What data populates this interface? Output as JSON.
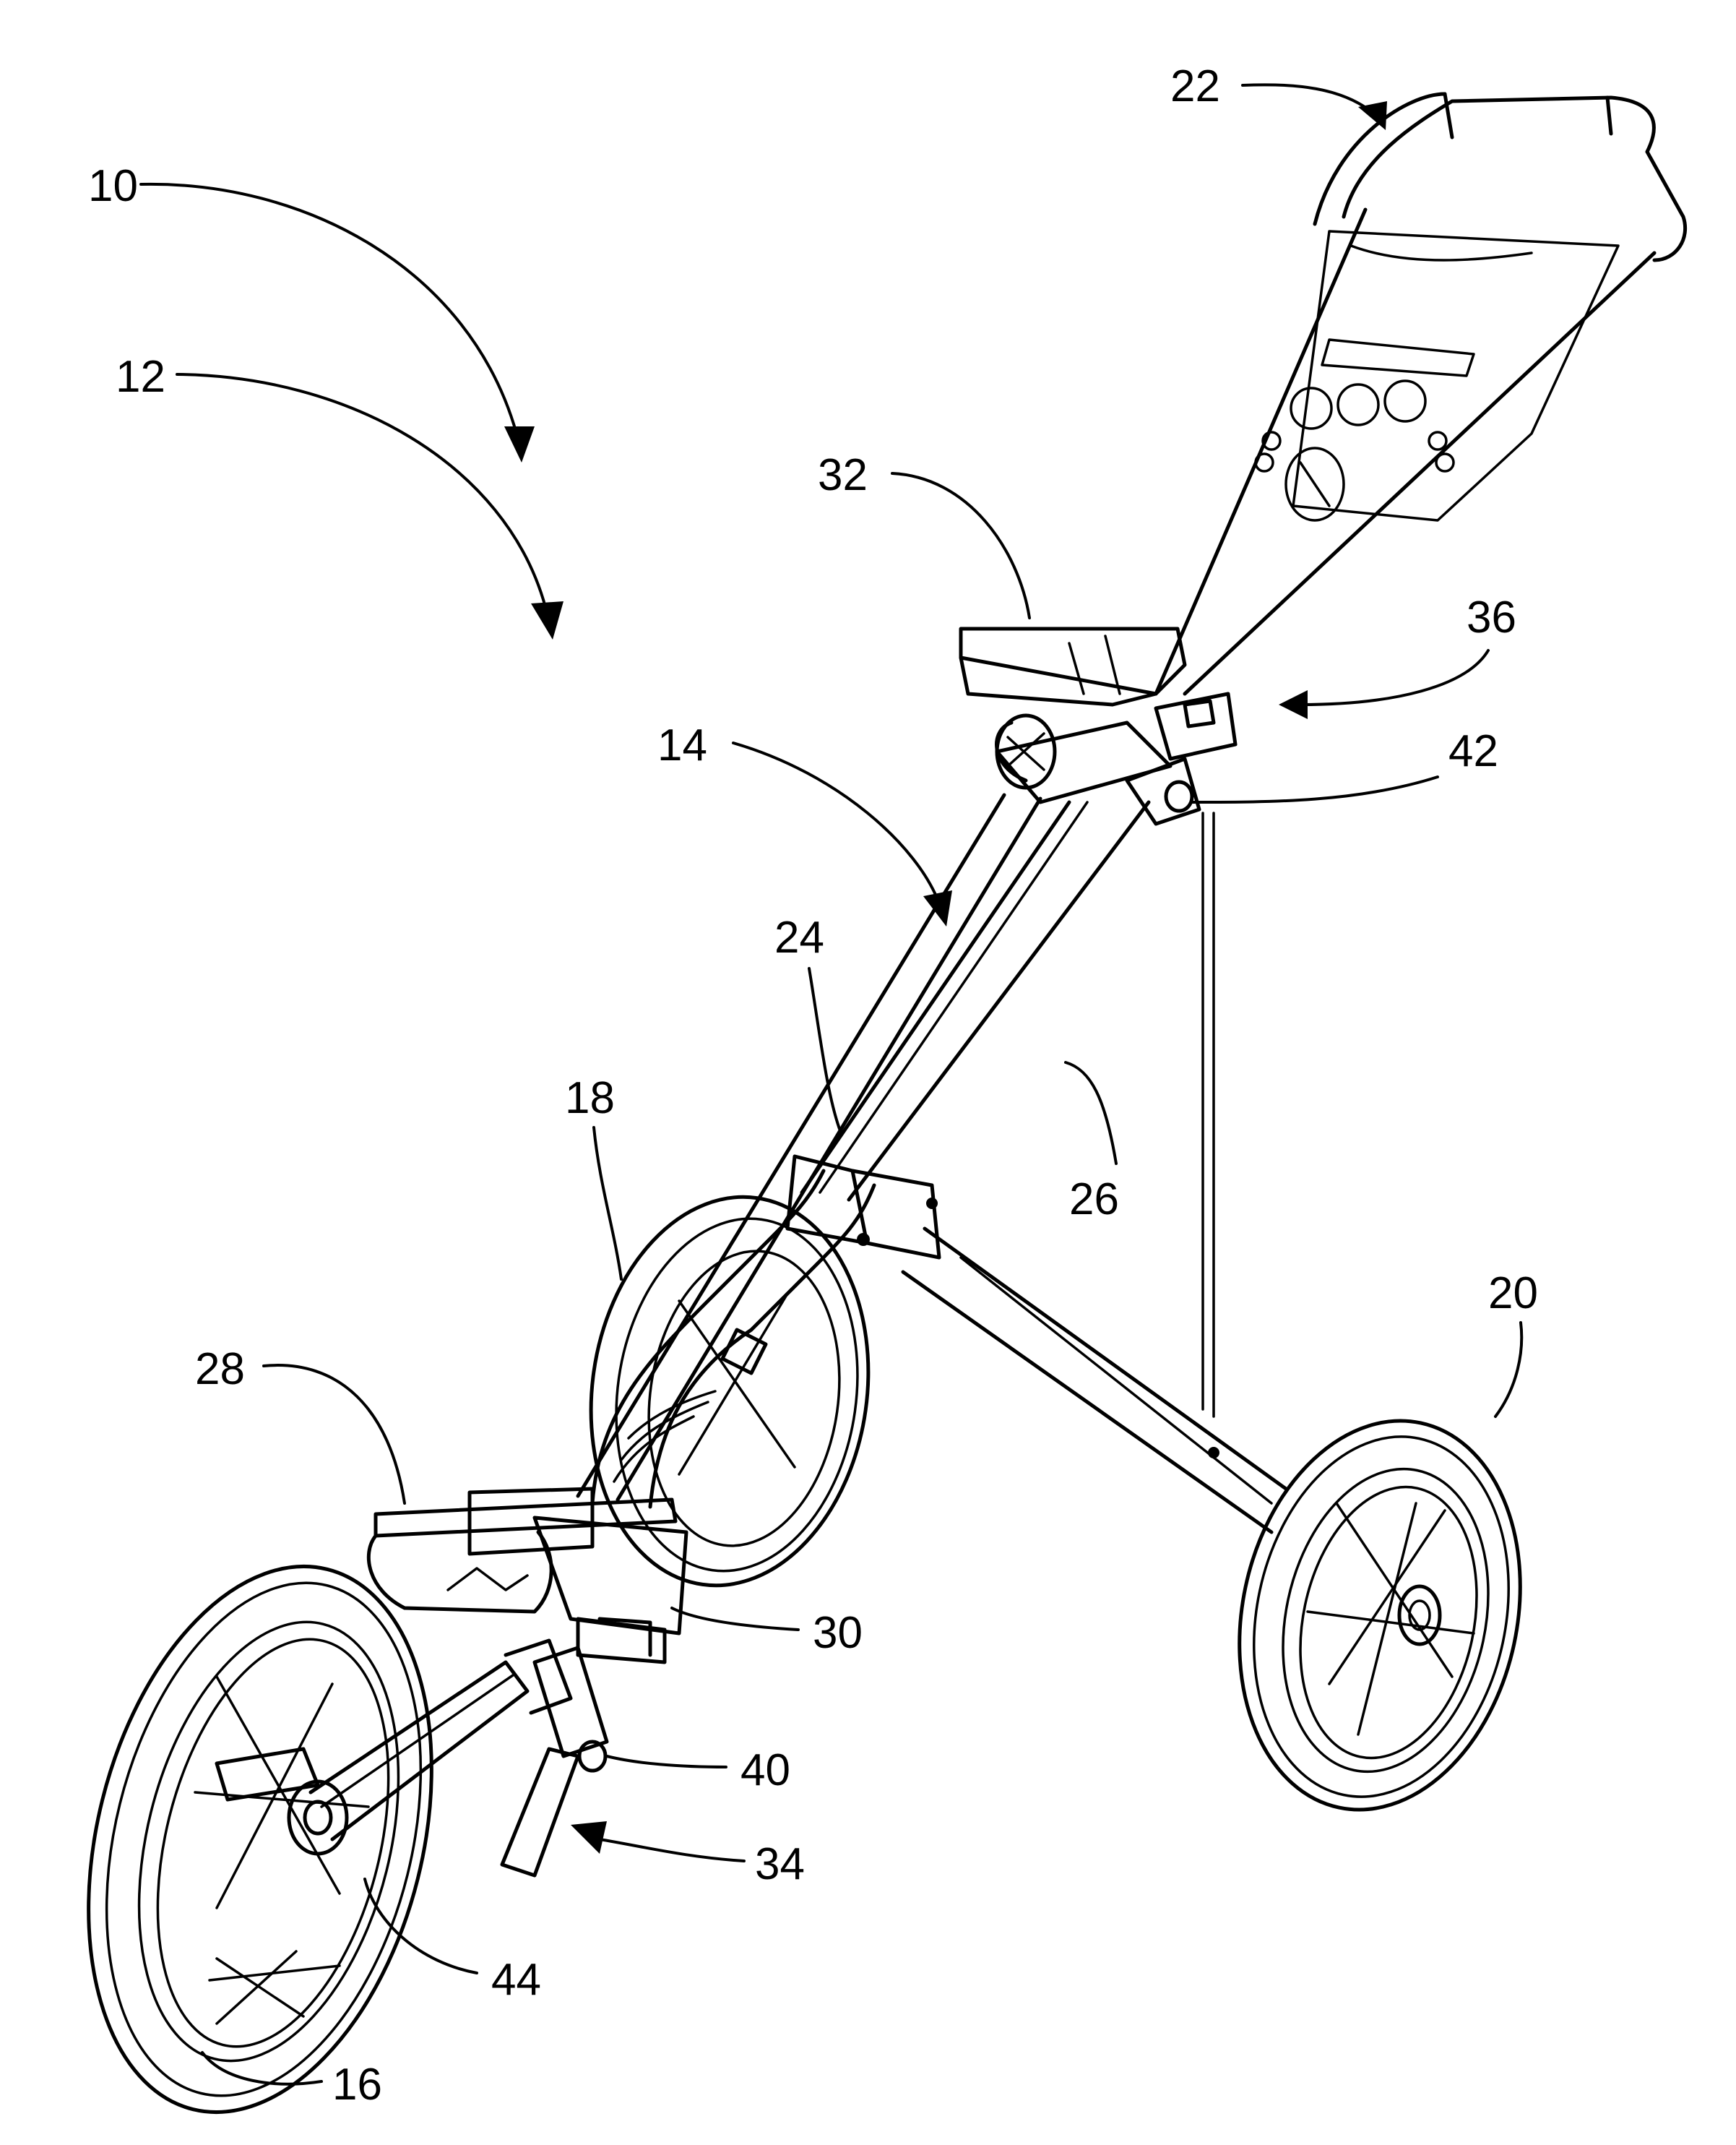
{
  "labels": {
    "n10": "10",
    "n12": "12",
    "n14": "14",
    "n16": "16",
    "n18": "18",
    "n20": "20",
    "n22": "22",
    "n24": "24",
    "n26": "26",
    "n28": "28",
    "n30": "30",
    "n32": "32",
    "n34": "34",
    "n36": "36",
    "n40": "40",
    "n42": "42",
    "n44": "44"
  }
}
